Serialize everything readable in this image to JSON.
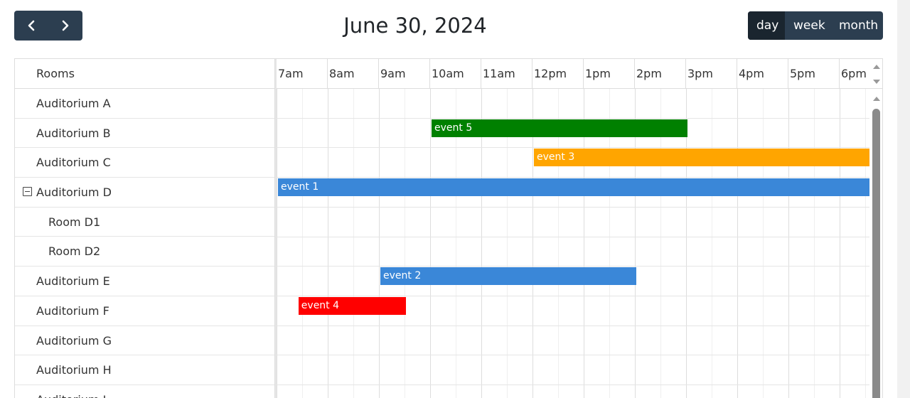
{
  "toolbar": {
    "title": "June 30, 2024",
    "prev_icon": "chevron-left-icon",
    "next_icon": "chevron-right-icon",
    "views": [
      {
        "label": "day",
        "active": true
      },
      {
        "label": "week",
        "active": false
      },
      {
        "label": "month",
        "active": false
      }
    ]
  },
  "scheduler": {
    "resource_header": "Rooms",
    "hours": [
      "7am",
      "8am",
      "9am",
      "10am",
      "11am",
      "12pm",
      "1pm",
      "2pm",
      "3pm",
      "4pm",
      "5pm",
      "6pm"
    ],
    "resources": [
      {
        "label": "Auditorium A",
        "child": false,
        "expander": false
      },
      {
        "label": "Auditorium B",
        "child": false,
        "expander": false
      },
      {
        "label": "Auditorium C",
        "child": false,
        "expander": false
      },
      {
        "label": "Auditorium D",
        "child": false,
        "expander": true
      },
      {
        "label": "Room D1",
        "child": true,
        "expander": false
      },
      {
        "label": "Room D2",
        "child": true,
        "expander": false
      },
      {
        "label": "Auditorium E",
        "child": false,
        "expander": false
      },
      {
        "label": "Auditorium F",
        "child": false,
        "expander": false
      },
      {
        "label": "Auditorium G",
        "child": false,
        "expander": false
      },
      {
        "label": "Auditorium H",
        "child": false,
        "expander": false
      },
      {
        "label": "Auditorium I",
        "child": false,
        "expander": false
      }
    ],
    "events": [
      {
        "title": "event 5",
        "row": 1,
        "start": 10.0,
        "end": 15.0,
        "color": "#008000"
      },
      {
        "title": "event 3",
        "row": 2,
        "start": 12.0,
        "end": 18.7,
        "color": "#ffa500"
      },
      {
        "title": "event 1",
        "row": 3,
        "start": 7.0,
        "end": 18.7,
        "color": "#3a87d8"
      },
      {
        "title": "event 2",
        "row": 6,
        "start": 9.0,
        "end": 14.0,
        "color": "#3a87d8"
      },
      {
        "title": "event 4",
        "row": 7,
        "start": 7.4,
        "end": 9.5,
        "color": "#ff0000"
      }
    ],
    "day_start_hour": 7
  }
}
